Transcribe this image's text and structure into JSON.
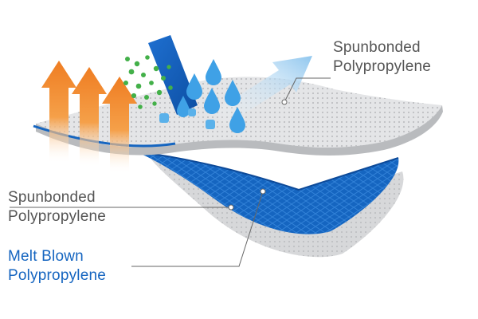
{
  "labels": {
    "top_layer": [
      "Spunbonded",
      "Polypropylene"
    ],
    "bottom_layer": [
      "Spunbonded",
      "Polypropylene"
    ],
    "middle_layer": [
      "Melt Blown",
      "Polypropylene"
    ]
  },
  "colors": {
    "label_dark": "#555555",
    "label_blue": "#1565c0",
    "fabric_gray": "#c9cacc",
    "fabric_light": "#e4e5e7",
    "melt_blue": "#1565c0",
    "arrow_orange": "#f08a2c",
    "arrow_light_blue": "#a9d4f2",
    "droplet_blue": "#3fa1e6",
    "particle_green": "#43b049",
    "leader_line": "#666666"
  },
  "icons": [
    "heat-arrow-icon",
    "water-droplet-icon",
    "green-particle-icon",
    "airflow-arrow-icon"
  ]
}
